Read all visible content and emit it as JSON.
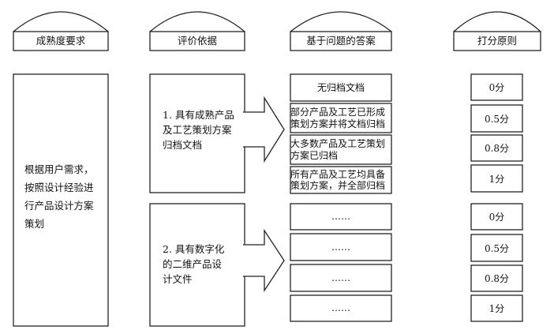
{
  "headers": {
    "maturity": "成熟度要求",
    "basis": "评价依据",
    "answer": "基于问题的答案",
    "scoring": "打分原则"
  },
  "requirement": "根据用户需求，\n按照设计经验进\n行产品设计方案\n策划",
  "groups": [
    {
      "basis": "1. 具有成熟产品\n及工艺策划方案\n归档文档",
      "answers": [
        "无归档文档",
        "部分产品及工艺已形成策划方案并将文档归档",
        "大多数产品及工艺策划方案已归档",
        "所有产品及工艺均具备策划方案，并全部归档"
      ],
      "scores": [
        "0分",
        "0.5分",
        "0.8分",
        "1分"
      ]
    },
    {
      "basis": "2. 具有数字化\n的二维产品设\n计文件",
      "answers": [
        "……",
        "……",
        "……",
        "……"
      ],
      "scores": [
        "0分",
        "0.5分",
        "0.8分",
        "1分"
      ]
    }
  ]
}
